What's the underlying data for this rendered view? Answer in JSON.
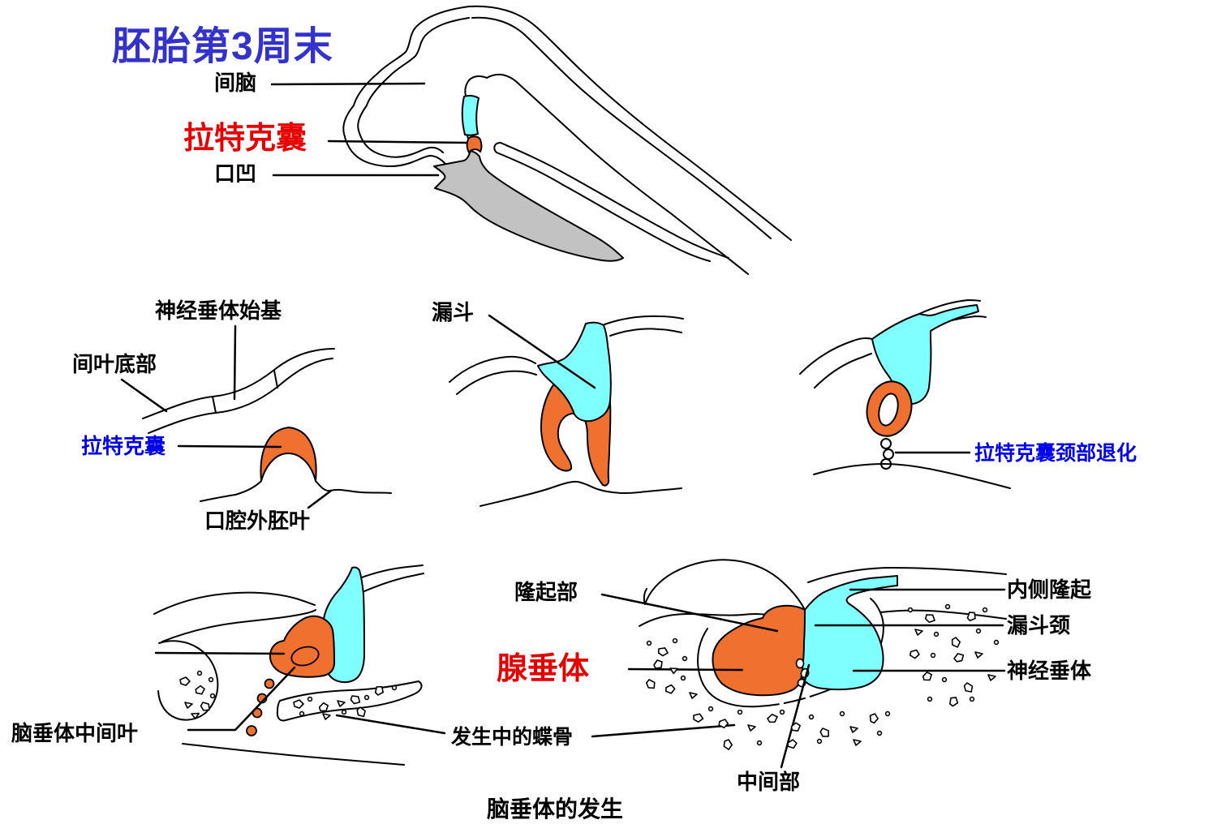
{
  "palette": {
    "title_blue": "#3333CC",
    "label_blue": "#0000EE",
    "label_red": "#E60000",
    "pouch_orange": "#F07030",
    "neural_cyan": "#7FFFFF",
    "stomodeum_gray": "#C2C2C2",
    "outline_black": "#000000"
  },
  "title": "胚胎第3周末",
  "caption": "脑垂体的发生",
  "stage1": {
    "diencephalon": "间脑",
    "rathke_pouch": "拉特克囊",
    "stomodeum": "口凹"
  },
  "stage2": {
    "neurohypophysis_primordium": "神经垂体始基",
    "mesenchyme_base": "间叶底部",
    "rathke_pouch": "拉特克囊",
    "oral_ectoderm": "口腔外胚叶"
  },
  "stage3": {
    "infundibulum": "漏斗"
  },
  "stage4": {
    "rathke_pouch_neck_regression": "拉特克囊颈部退化"
  },
  "stage5": {
    "pituitary_intermediate_lobe": "脑垂体中间叶"
  },
  "stage6": {
    "tuberal_part": "隆起部",
    "adenohypophysis": "腺垂体",
    "median_eminence": "内侧隆起",
    "infundibular_stalk": "漏斗颈",
    "neurohypophysis": "神经垂体",
    "pars_intermedia": "中间部",
    "developing_sphenoid": "发生中的蝶骨"
  }
}
